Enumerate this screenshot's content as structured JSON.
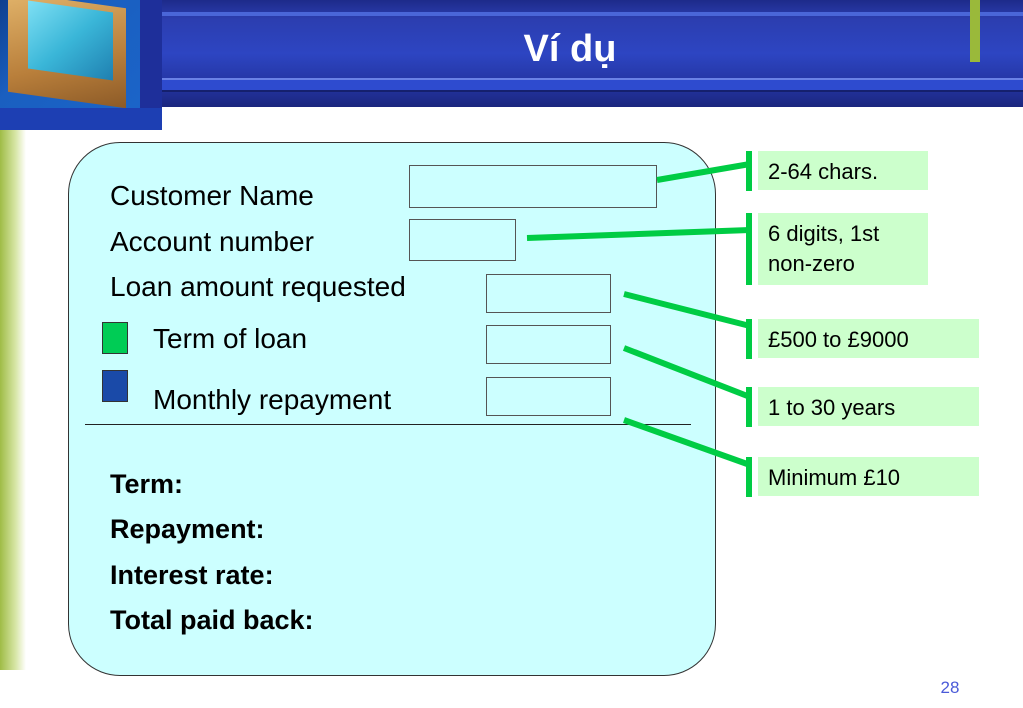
{
  "slide": {
    "title": "Ví dụ",
    "page_number": "28"
  },
  "form": {
    "labels": {
      "customer_name": "Customer Name",
      "account_number": "Account number",
      "loan_amount": "Loan amount requested",
      "term_of_loan": "Term of loan",
      "monthly_repayment": "Monthly repayment"
    },
    "outputs": {
      "term": "Term:",
      "repayment": "Repayment:",
      "interest_rate": "Interest rate:",
      "total_paid_back": "Total paid back:"
    },
    "button_colors": {
      "term_button": "#00cc55",
      "repayment_button": "#1a4aa8"
    }
  },
  "notes": {
    "customer_name": "2-64 chars.",
    "account_number_line1": "6 digits, 1st",
    "account_number_line2": "non-zero",
    "loan_amount": "£500 to £9000",
    "term": "1 to 30 years",
    "repayment": "Minimum £10"
  },
  "colors": {
    "panel": "#ccffff",
    "note_bg": "#ccffcc",
    "connector": "#00cc44",
    "header": "#2d45c2",
    "accent": "#9ab93a"
  }
}
